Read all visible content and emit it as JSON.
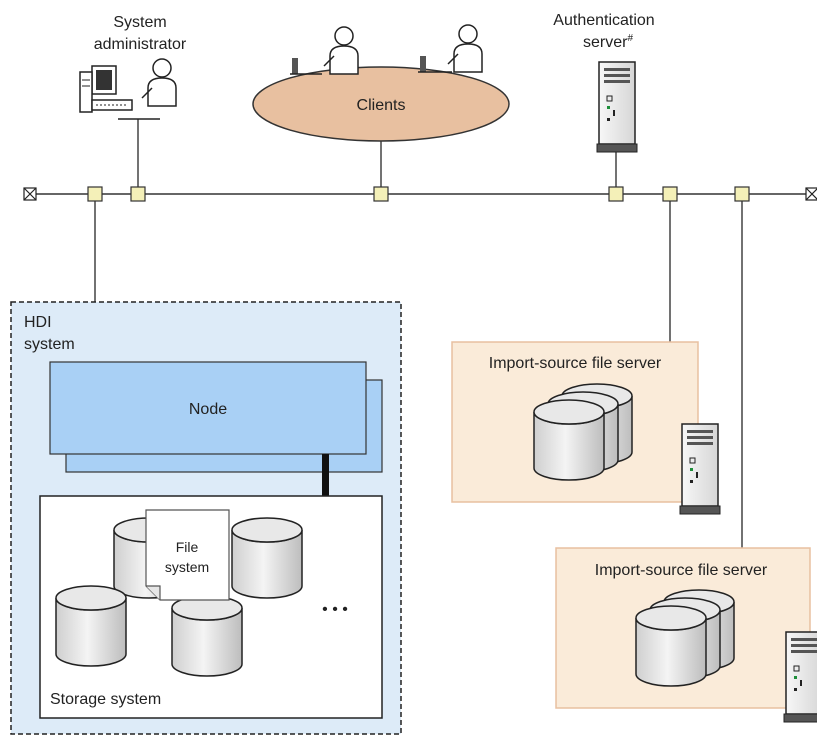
{
  "labels": {
    "admin_line1": "System",
    "admin_line2": "administrator",
    "auth_line1": "Authentication",
    "auth_line2": "server",
    "auth_mark": "#",
    "clients": "Clients",
    "hdi_line1": "HDI",
    "hdi_line2": "system",
    "node": "Node",
    "file_line1": "File",
    "file_line2": "system",
    "ellipsis": "• • •",
    "storage": "Storage system",
    "import1": "Import-source file server",
    "import2": "Import-source file server"
  },
  "colors": {
    "connector_fill": "#f4f0b8",
    "clients_fill": "#e8c0a0",
    "hdi_fill": "#ddebf8",
    "node_fill": "#a9d0f5",
    "server_box_fill": "#faebd9",
    "server_box_border": "#e8c0a0"
  },
  "icons": [
    "computer-icon",
    "person-icon",
    "server-tower-icon",
    "disk-cylinder-icon",
    "document-icon",
    "terminator-icon"
  ]
}
